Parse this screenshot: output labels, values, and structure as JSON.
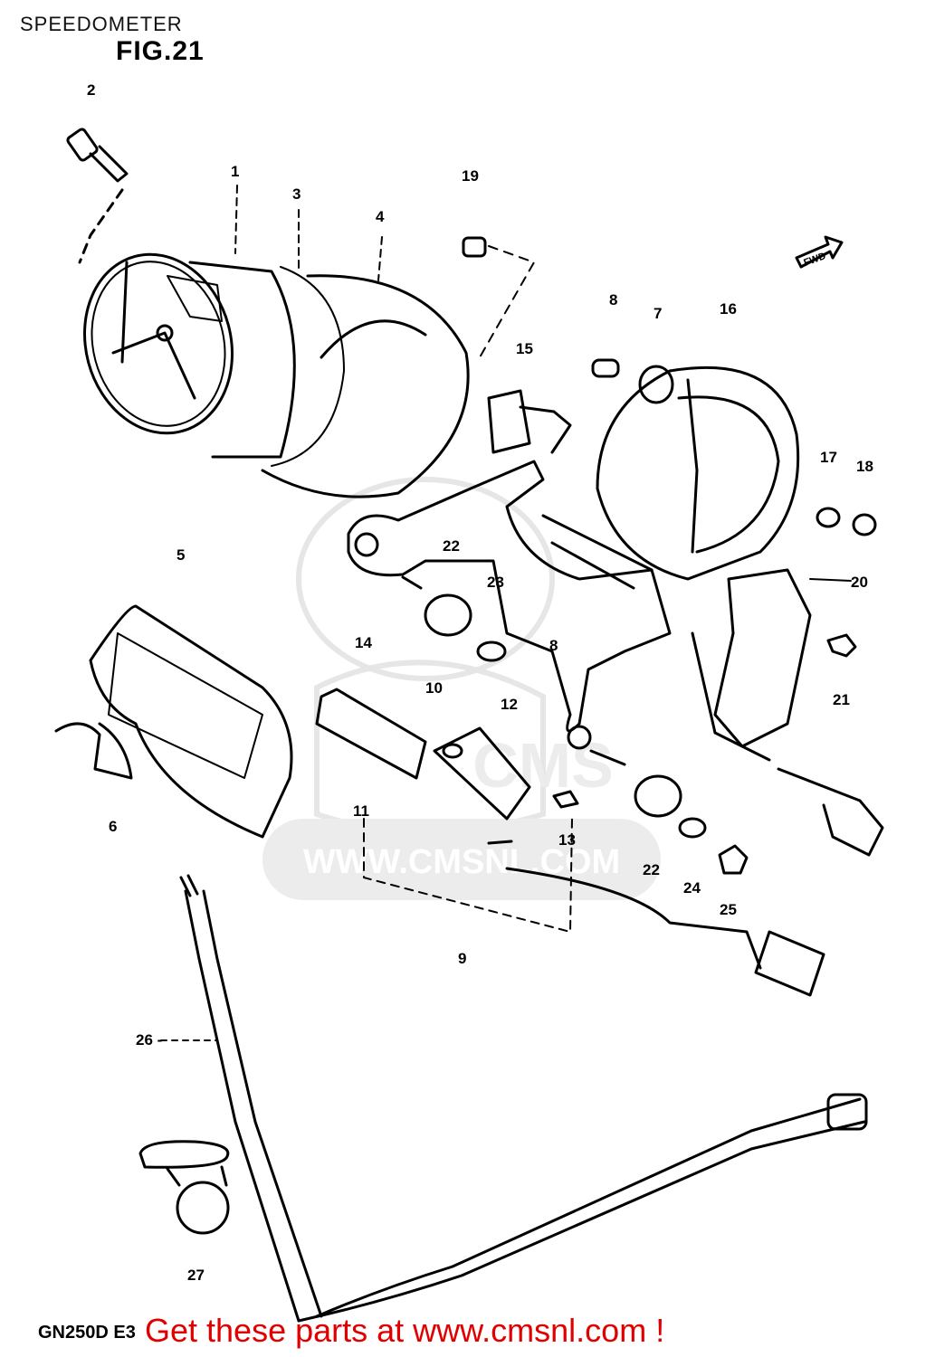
{
  "header": {
    "title": "SPEEDOMETER",
    "figure": "FIG.21"
  },
  "watermark": {
    "logo": "CMS",
    "url": "WWW.CMSNL.COM"
  },
  "fwd_arrow": "FWD",
  "callouts": [
    "1",
    "2",
    "3",
    "4",
    "5",
    "6",
    "7",
    "8",
    "8",
    "9",
    "10",
    "11",
    "12",
    "13",
    "14",
    "15",
    "16",
    "17",
    "18",
    "19",
    "20",
    "21",
    "22",
    "22",
    "23",
    "24",
    "25",
    "26 -",
    "27"
  ],
  "footer": {
    "model": "GN250D E3",
    "promo": "Get these parts at www.cmsnl.com !"
  }
}
